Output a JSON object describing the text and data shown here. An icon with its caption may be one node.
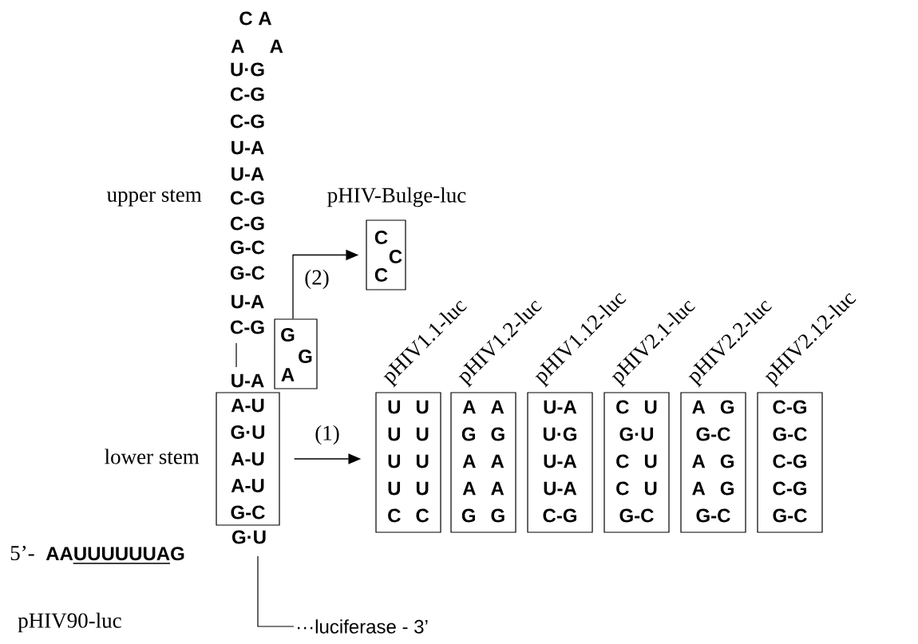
{
  "diagram": {
    "nodes": [
      {
        "text": [
          "A-U",
          "G·U",
          "A-U",
          "A-U",
          "G-C"
        ]
      },
      {
        "text": [
          "G",
          "G",
          "A"
        ]
      },
      {
        "text": [
          "pHIV-Bulge-luc",
          "C",
          "C",
          "C"
        ]
      },
      {
        "text": [
          "pHIV1.1-luc",
          "U U",
          "U U",
          "U U",
          "U U",
          "C C"
        ]
      },
      {
        "text": [
          "pHIV1.2-luc",
          "A A",
          "G G",
          "A A",
          "A A",
          "G G"
        ]
      },
      {
        "text": [
          "pHIV1.12-luc",
          "U-A",
          "U·G",
          "U-A",
          "U-A",
          "C-G"
        ]
      },
      {
        "text": [
          "pHIV2.1-luc",
          "C U",
          "G·U",
          "C U",
          "C U",
          "G-C"
        ]
      },
      {
        "text": [
          "pHIV2.2-luc",
          "A G",
          "G-C",
          "A G",
          "A G",
          "G-C"
        ]
      },
      {
        "text": [
          "pHIV2.12-luc",
          "C-G",
          "G-C",
          "C-G",
          "C-G",
          "G-C"
        ]
      }
    ],
    "edges": [
      {
        "from": 0,
        "to": 3,
        "arrow": "to",
        "label": "(1)"
      },
      {
        "from": 1,
        "to": 2,
        "arrow": "to",
        "label": "(2)"
      }
    ],
    "labels": [
      "C A",
      "A A",
      "U·G",
      "C-G",
      "C-G",
      "U-A",
      "U-A",
      "C-G",
      "C-G",
      "G-C",
      "G-C",
      "U-A",
      "C-G",
      "U-A",
      "upper stem",
      "lower stem",
      "G·U",
      "5’-",
      "AAUUUUUUAG",
      "pHIV90-luc",
      "···luciferase - 3’"
    ]
  }
}
